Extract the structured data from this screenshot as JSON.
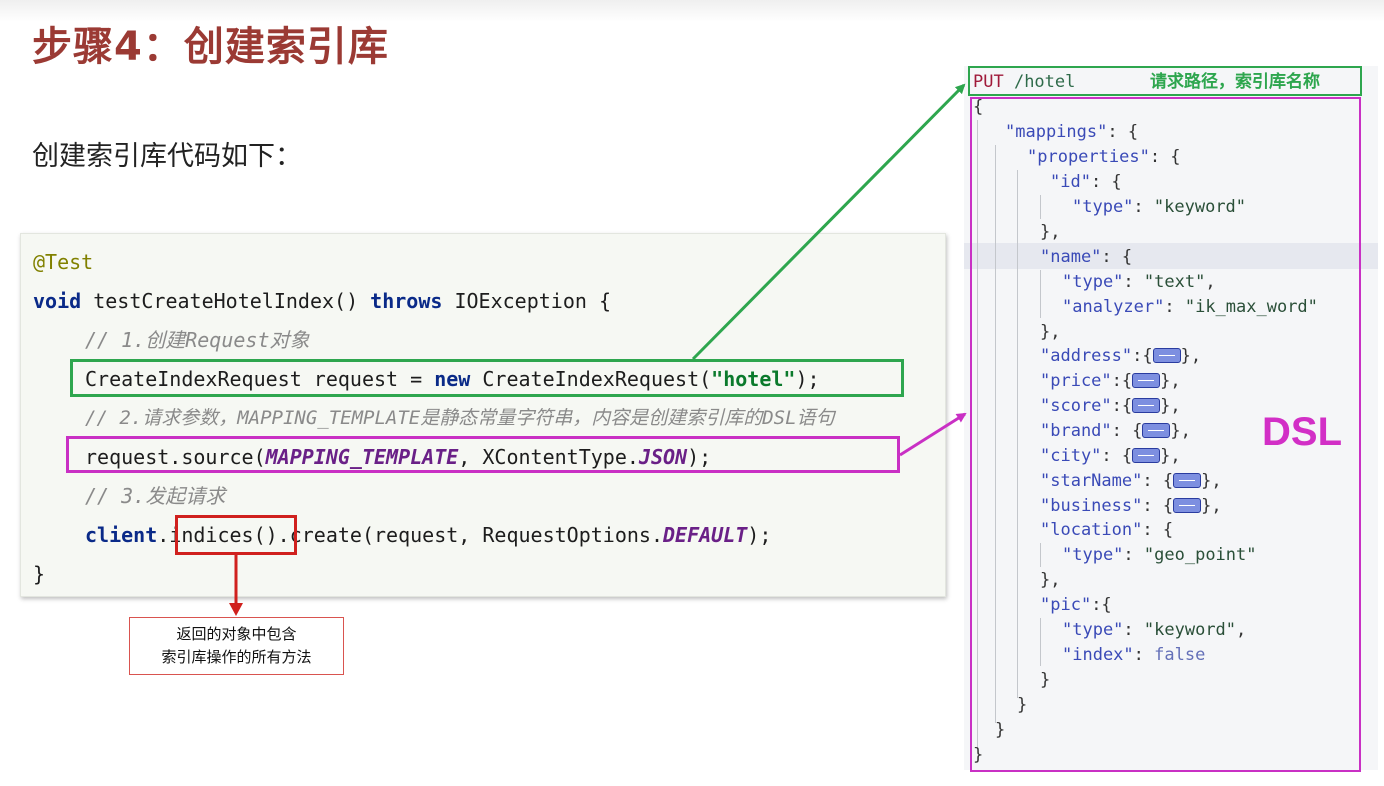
{
  "title": "步骤4：创建索引库",
  "subtitle": "创建索引库代码如下：",
  "code": {
    "annotation": "@Test",
    "kw_void": "void",
    "method_sig": " testCreateHotelIndex() ",
    "kw_throws": "throws",
    "exception": " IOException {",
    "comment1": "// 1.创建Request对象",
    "l4_part1": "CreateIndexRequest request = ",
    "kw_new": "new",
    "l4_part2": " CreateIndexRequest(",
    "l4_string": "\"hotel\"",
    "l4_part3": ");",
    "comment2": "// 2.请求参数，MAPPING_TEMPLATE是静态常量字符串，内容是创建索引库的DSL语句",
    "l6_part1": "request.source(",
    "l6_const": "MAPPING_TEMPLATE",
    "l6_part2": ", XContentType.",
    "l6_json": "JSON",
    "l6_part3": ");",
    "comment3": "// 3.发起请求",
    "l8_client": "client",
    "l8_dot": ".",
    "l8_indices": "indices()",
    "l8_part2": ".create(request, RequestOptions.",
    "l8_default": "DEFAULT",
    "l8_part3": ");",
    "close_brace": "}"
  },
  "callout": {
    "line1": "返回的对象中包含",
    "line2": "索引库操作的所有方法"
  },
  "dsl": {
    "method": "PUT",
    "path": " /hotel",
    "path_label": "请求路径，索引库名称",
    "label": "DSL",
    "lines": {
      "l1": "{",
      "mappings_key": "\"mappings\"",
      "properties_key": "\"properties\"",
      "id_key": "\"id\"",
      "type_key": "\"type\"",
      "keyword": "\"keyword\"",
      "close_comma": "},",
      "name_key": "\"name\"",
      "text": "\"text\"",
      "analyzer_key": "\"analyzer\"",
      "ik_max_word": "\"ik_max_word\"",
      "address_key": "\"address\"",
      "price_key": "\"price\"",
      "score_key": "\"score\"",
      "brand_key": "\"brand\"",
      "city_key": "\"city\"",
      "starName_key": "\"starName\"",
      "business_key": "\"business\"",
      "location_key": "\"location\"",
      "geo_point": "\"geo_point\"",
      "pic_key": "\"pic\"",
      "index_key": "\"index\"",
      "false_val": "false",
      "close": "}"
    }
  }
}
